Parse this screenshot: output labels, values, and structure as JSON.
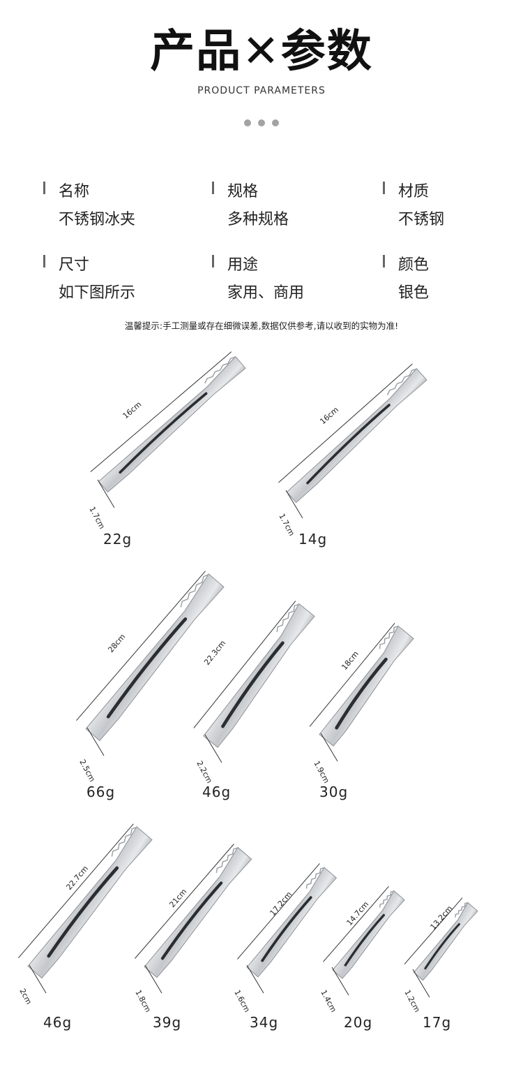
{
  "header": {
    "title": "产品✕参数",
    "subtitle": "PRODUCT PARAMETERS"
  },
  "params": [
    {
      "label": "名称",
      "value": "不锈钢冰夹"
    },
    {
      "label": "规格",
      "value": "多种规格"
    },
    {
      "label": "材质",
      "value": "不锈钢"
    },
    {
      "label": "尺寸",
      "value": "如下图所示"
    },
    {
      "label": "用途",
      "value": "家用、商用"
    },
    {
      "label": "颜色",
      "value": "银色"
    }
  ],
  "notice": "温馨提示:手工测量或存在细微误差,数据仅供参考,请以收到的实物为准!",
  "products": [
    {
      "length": "16cm",
      "width": "1.7cm",
      "weight": "22g"
    },
    {
      "length": "16cm",
      "width": "1.7cm",
      "weight": "14g"
    },
    {
      "length": "28cm",
      "width": "2.5cm",
      "weight": "66g"
    },
    {
      "length": "22.3cm",
      "width": "2.2cm",
      "weight": "46g"
    },
    {
      "length": "18cm",
      "width": "1.9cm",
      "weight": "30g"
    },
    {
      "length": "22.7cm",
      "width": "2cm",
      "weight": "46g"
    },
    {
      "length": "21cm",
      "width": "1.8cm",
      "weight": "39g"
    },
    {
      "length": "17.2cm",
      "width": "1.6cm",
      "weight": "34g"
    },
    {
      "length": "14.7cm",
      "width": "1.4cm",
      "weight": "20g"
    },
    {
      "length": "13.2cm",
      "width": "1.2cm",
      "weight": "17g"
    }
  ],
  "colors": {
    "text": "#222222",
    "dots": "#a3a3a3",
    "bar": "#666666",
    "steel": "#c9ccd0"
  }
}
